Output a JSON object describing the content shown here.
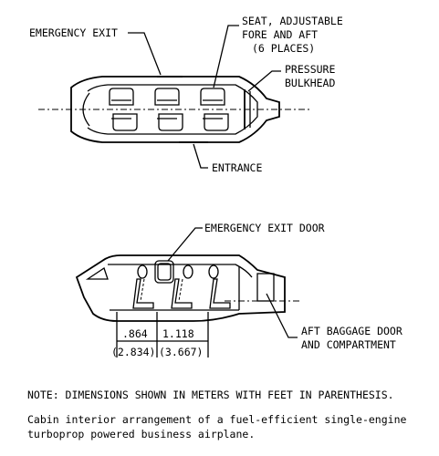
{
  "top_view": {
    "labels": {
      "emergency_exit": "EMERGENCY EXIT",
      "seat_line1": "SEAT, ADJUSTABLE",
      "seat_line2": "FORE AND AFT",
      "seat_line3": "(6 PLACES)",
      "pressure_line1": "PRESSURE",
      "pressure_line2": "BULKHEAD",
      "entrance": "ENTRANCE"
    }
  },
  "side_view": {
    "labels": {
      "emergency_exit_door": "EMERGENCY EXIT DOOR",
      "aft_baggage_line1": "AFT BAGGAGE DOOR",
      "aft_baggage_line2": "AND COMPARTMENT"
    },
    "dimensions": [
      {
        "meters": ".864",
        "feet": "(2.834)"
      },
      {
        "meters": "1.118",
        "feet": "(3.667)"
      }
    ]
  },
  "note": "NOTE:  DIMENSIONS SHOWN IN METERS WITH FEET IN PARENTHESIS.",
  "caption": "Cabin interior arrangement of a fuel-efficient single-engine\nturboprop powered business airplane."
}
